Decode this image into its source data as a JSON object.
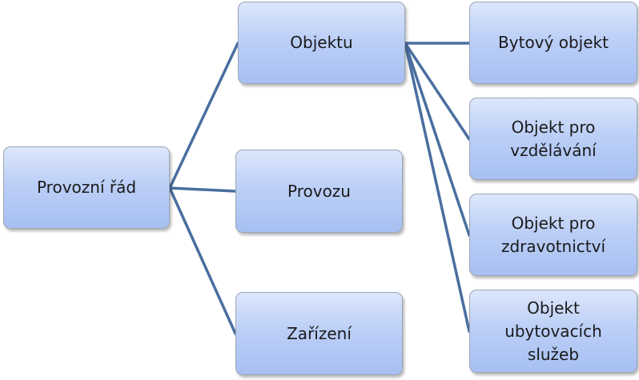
{
  "diagram": {
    "root": {
      "label": "Provozní řád"
    },
    "level1": [
      {
        "label": "Objektu"
      },
      {
        "label": "Provozu"
      },
      {
        "label": "Zařízení"
      }
    ],
    "level2": [
      {
        "label": "Bytový objekt"
      },
      {
        "label": "Objekt pro\nvzdělávání"
      },
      {
        "label": "Objekt pro\nzdravotnictví"
      },
      {
        "label": "Objekt\nubytovacích\nslužeb"
      }
    ],
    "connector_color": "#4a6fa0",
    "node_fill_top": "#dde7fb",
    "node_fill_bottom": "#a7c0f2"
  }
}
